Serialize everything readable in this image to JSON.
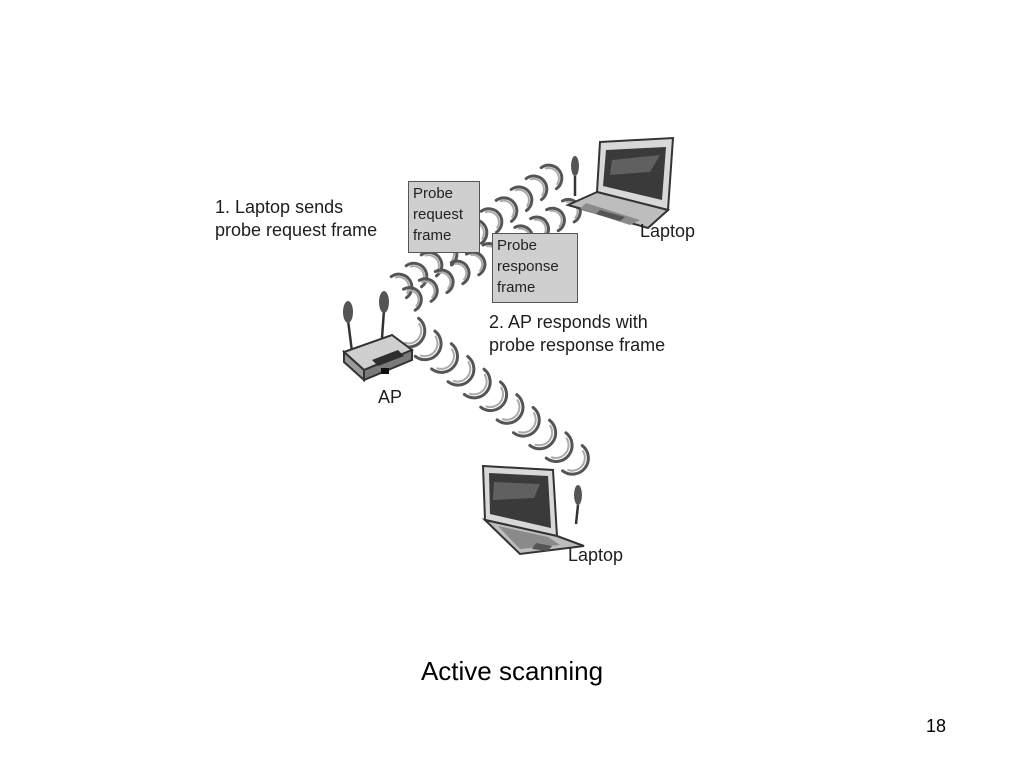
{
  "diagram": {
    "step1": {
      "line1": "1. Laptop sends",
      "line2": "probe request frame"
    },
    "request_box": {
      "line1": "Probe",
      "line2": "request",
      "line3": "frame"
    },
    "response_box": {
      "line1": "Probe",
      "line2": "response",
      "line3": "frame"
    },
    "step2": {
      "line1": "2. AP responds with",
      "line2": "probe response frame"
    },
    "laptop_top_label": "Laptop",
    "laptop_bottom_label": "Laptop",
    "ap_label": "AP"
  },
  "slide": {
    "caption": "Active scanning",
    "page_number": "18"
  }
}
